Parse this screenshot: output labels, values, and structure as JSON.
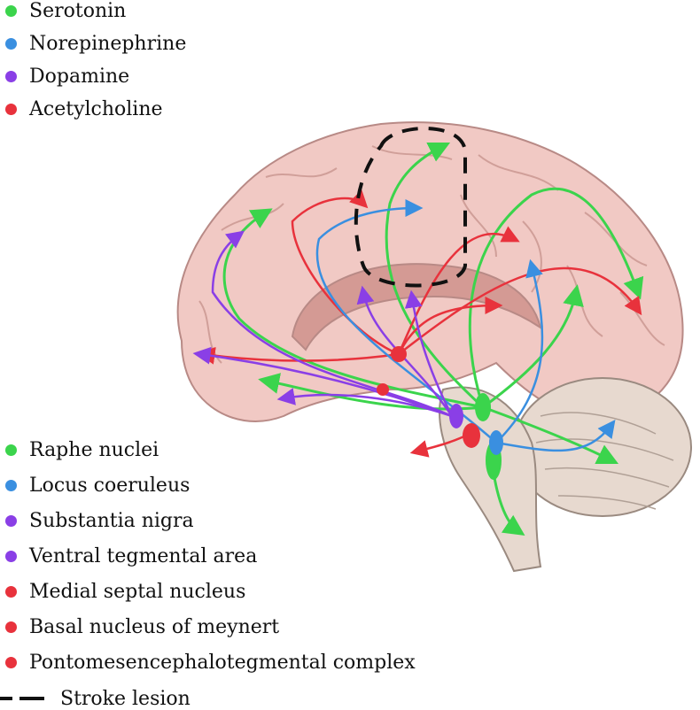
{
  "colors": {
    "serotonin": "#3bd44c",
    "norepinephrine": "#3a8fe0",
    "dopamine": "#8a3fe6",
    "acetylcholine": "#e8323c",
    "brain_fill": "#f1c9c4",
    "brain_outline": "#b88a86",
    "stem_fill": "#e7d9cf"
  },
  "neurotransmitters": [
    {
      "label": "Serotonin",
      "color": "#3bd44c"
    },
    {
      "label": "Norepinephrine",
      "color": "#3a8fe0"
    },
    {
      "label": "Dopamine",
      "color": "#8a3fe6"
    },
    {
      "label": "Acetylcholine",
      "color": "#e8323c"
    }
  ],
  "nuclei": [
    {
      "label": "Raphe nuclei",
      "color": "#3bd44c"
    },
    {
      "label": "Locus coeruleus",
      "color": "#3a8fe0"
    },
    {
      "label": "Substantia nigra",
      "color": "#8a3fe6"
    },
    {
      "label": "Ventral tegmental area",
      "color": "#8a3fe6"
    },
    {
      "label": "Medial septal nucleus",
      "color": "#e8323c"
    },
    {
      "label": "Basal nucleus of meynert",
      "color": "#e8323c"
    },
    {
      "label": "Pontomesencephalotegmental complex",
      "color": "#e8323c"
    }
  ],
  "stroke_key": {
    "label": "Stroke lesion"
  }
}
